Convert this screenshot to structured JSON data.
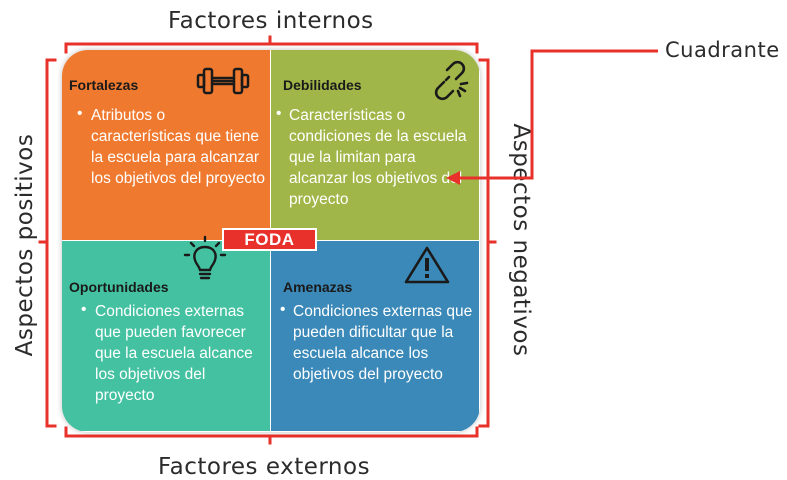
{
  "labels": {
    "top": "Factores internos",
    "bottom": "Factores externos",
    "left": "Aspectos positivos",
    "right": "Aspectos negativos",
    "callout": "Cuadrante"
  },
  "center_badge": "FODA",
  "quadrants": {
    "fortalezas": {
      "title": "Fortalezas",
      "text": "Atributos o características que tiene la escuela para alcanzar los objetivos del proyecto",
      "icon": "dumbbell-icon",
      "color": "#ef7a2f"
    },
    "debilidades": {
      "title": "Debilidades",
      "text": "Características o condiciones de la escuela que la limitan para alcanzar los objetivos del proyecto",
      "icon": "broken-chain-icon",
      "color": "#a0b648"
    },
    "oportunidades": {
      "title": "Oportunidades",
      "text": "Condiciones externas que pueden favorecer que la escuela alcance los objetivos del proyecto",
      "icon": "lightbulb-icon",
      "color": "#44c1a0"
    },
    "amenazas": {
      "title": "Amenazas",
      "text": "Condiciones externas que pueden dificultar que la escuela alcance los objetivos del proyecto",
      "icon": "warning-icon",
      "color": "#3b89b8"
    }
  },
  "colors": {
    "bracket_red": "#e8312a",
    "badge_red": "#e8312a",
    "label_text": "#2b2b2b"
  }
}
